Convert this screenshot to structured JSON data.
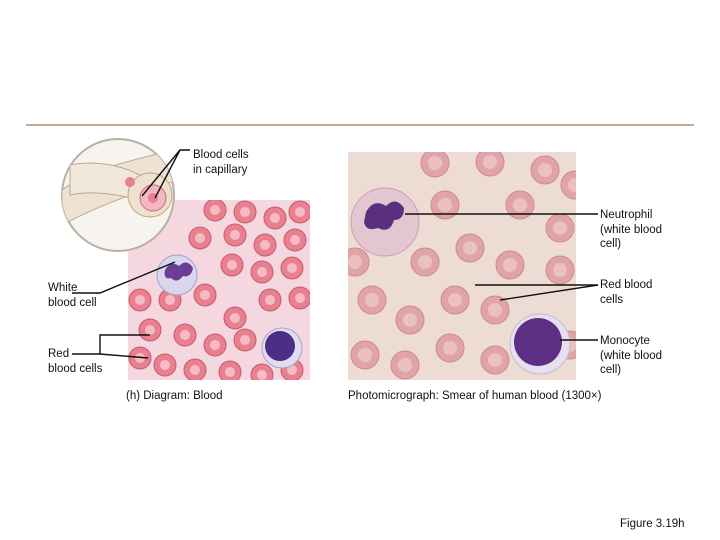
{
  "labels": {
    "blood_cells_capillary": "Blood cells\nin capillary",
    "white_blood_cell": "White\nblood cell",
    "red_blood_cells_left": "Red\nblood cells",
    "neutrophil": "Neutrophil\n(white blood\ncell)",
    "red_blood_cells_right": "Red blood\ncells",
    "monocyte": "Monocyte\n(white blood\ncell)"
  },
  "captions": {
    "diagram": "(h) Diagram: Blood",
    "photo": "Photomicrograph: Smear of human blood (1300×)",
    "figure": "Figure 3.19h"
  },
  "colors": {
    "rule": "#c9a898",
    "diagram_bg": "#f4d7df",
    "rbc": "#e9808f",
    "photo_bg": "#ecdcd4",
    "photo_rbc": "#e0a3a8",
    "nucleus": "#5a2f7e"
  }
}
